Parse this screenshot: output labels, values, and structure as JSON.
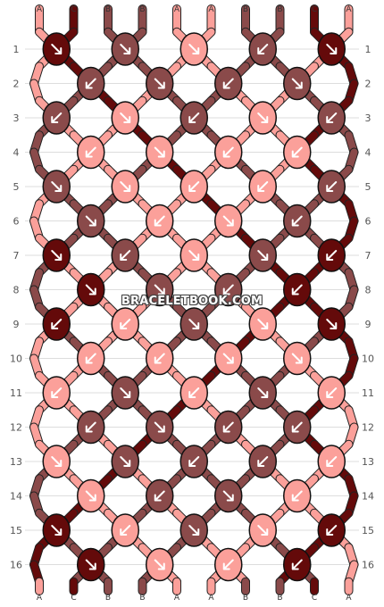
{
  "site": {
    "watermark": "BRACELETBOOK.COM"
  },
  "pattern": {
    "colors": {
      "A": "#FBA09A",
      "B": "#8A4A4A",
      "C": "#640A0A"
    },
    "top_strands": [
      "A",
      "C",
      "B",
      "B",
      "A",
      "A",
      "B",
      "B",
      "C",
      "A"
    ],
    "bottom_strands": [
      "A",
      "C",
      "B",
      "B",
      "A",
      "A",
      "B",
      "B",
      "C",
      "A"
    ],
    "row_numbers": [
      1,
      2,
      3,
      4,
      5,
      6,
      7,
      8,
      9,
      10,
      11,
      12,
      13,
      14,
      15,
      16
    ],
    "rows": [
      [
        {
          "c": "C",
          "d": "rr"
        },
        {
          "c": "B",
          "d": "br"
        },
        {
          "c": "A",
          "d": "br"
        },
        {
          "c": "B",
          "d": "bl"
        },
        {
          "c": "C",
          "d": "br"
        }
      ],
      [
        {
          "c": "B",
          "d": "bl"
        },
        {
          "c": "B",
          "d": "br"
        },
        {
          "c": "B",
          "d": "bl"
        },
        {
          "c": "B",
          "d": "br"
        }
      ],
      [
        {
          "c": "B",
          "d": "bl"
        },
        {
          "c": "A",
          "d": "br"
        },
        {
          "c": "B",
          "d": "bl"
        },
        {
          "c": "A",
          "d": "br"
        },
        {
          "c": "B",
          "d": "bl"
        }
      ],
      [
        {
          "c": "A",
          "d": "bl"
        },
        {
          "c": "A",
          "d": "br"
        },
        {
          "c": "A",
          "d": "bl"
        },
        {
          "c": "A",
          "d": "rl"
        }
      ],
      [
        {
          "c": "B",
          "d": "br"
        },
        {
          "c": "A",
          "d": "br"
        },
        {
          "c": "A",
          "d": "bl"
        },
        {
          "c": "A",
          "d": "bl"
        },
        {
          "c": "B",
          "d": "bl"
        }
      ],
      [
        {
          "c": "B",
          "d": "br"
        },
        {
          "c": "A",
          "d": "bl"
        },
        {
          "c": "A",
          "d": "br"
        },
        {
          "c": "B",
          "d": "bl"
        }
      ],
      [
        {
          "c": "C",
          "d": "br"
        },
        {
          "c": "B",
          "d": "bl"
        },
        {
          "c": "A",
          "d": "br"
        },
        {
          "c": "B",
          "d": "br"
        },
        {
          "c": "C",
          "d": "bl"
        }
      ],
      [
        {
          "c": "C",
          "d": "br"
        },
        {
          "c": "B",
          "d": "br"
        },
        {
          "c": "B",
          "d": "bl"
        },
        {
          "c": "C",
          "d": "bl"
        }
      ],
      [
        {
          "c": "C",
          "d": "bl"
        },
        {
          "c": "A",
          "d": "bl"
        },
        {
          "c": "B",
          "d": "br"
        },
        {
          "c": "A",
          "d": "br"
        },
        {
          "c": "C",
          "d": "br"
        }
      ],
      [
        {
          "c": "A",
          "d": "bl"
        },
        {
          "c": "A",
          "d": "bl"
        },
        {
          "c": "A",
          "d": "br"
        },
        {
          "c": "A",
          "d": "br"
        }
      ],
      [
        {
          "c": "A",
          "d": "bl"
        },
        {
          "c": "B",
          "d": "br"
        },
        {
          "c": "A",
          "d": "bl"
        },
        {
          "c": "B",
          "d": "br"
        },
        {
          "c": "A",
          "d": "bl"
        }
      ],
      [
        {
          "c": "B",
          "d": "bl"
        },
        {
          "c": "B",
          "d": "br"
        },
        {
          "c": "B",
          "d": "bl"
        },
        {
          "c": "B",
          "d": "rl"
        }
      ],
      [
        {
          "c": "A",
          "d": "br"
        },
        {
          "c": "B",
          "d": "br"
        },
        {
          "c": "B",
          "d": "bl"
        },
        {
          "c": "B",
          "d": "bl"
        },
        {
          "c": "A",
          "d": "bl"
        }
      ],
      [
        {
          "c": "A",
          "d": "br"
        },
        {
          "c": "B",
          "d": "bl"
        },
        {
          "c": "B",
          "d": "br"
        },
        {
          "c": "A",
          "d": "bl"
        }
      ],
      [
        {
          "c": "C",
          "d": "br"
        },
        {
          "c": "A",
          "d": "bl"
        },
        {
          "c": "B",
          "d": "br"
        },
        {
          "c": "A",
          "d": "br"
        },
        {
          "c": "C",
          "d": "bl"
        }
      ],
      [
        {
          "c": "C",
          "d": "br"
        },
        {
          "c": "A",
          "d": "br"
        },
        {
          "c": "A",
          "d": "bl"
        },
        {
          "c": "C",
          "d": "bl"
        }
      ]
    ]
  }
}
